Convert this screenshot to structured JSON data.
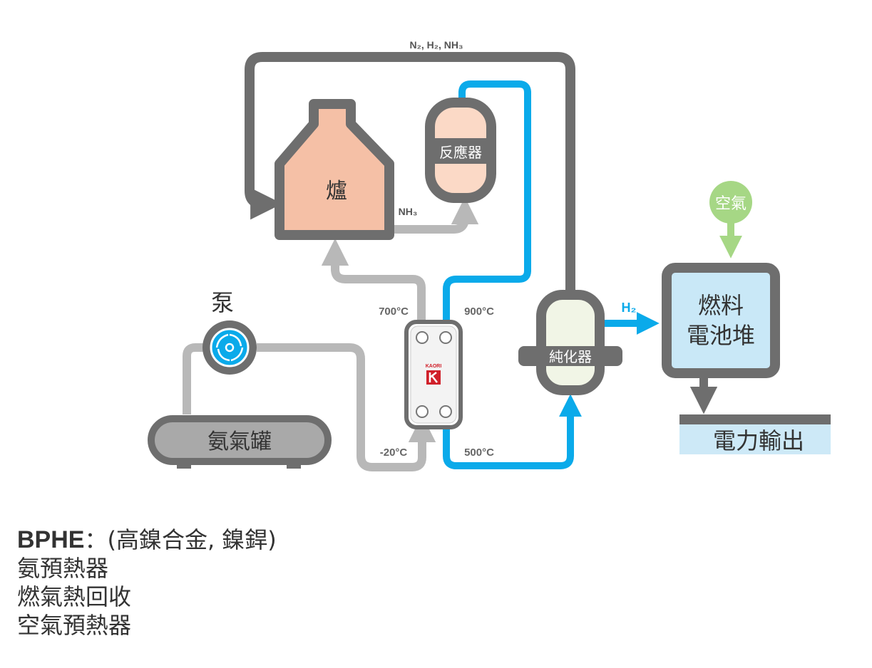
{
  "colors": {
    "gray_pipe": "#6e6e6e",
    "light_gray_pipe": "#b8b8b8",
    "blue_pipe": "#0aaaea",
    "green_arrow": "#a6d785",
    "furnace_fill": "#f5c0a6",
    "reactor_fill": "#fbd9c6",
    "purifier_fill": "#f1f5e6",
    "fuelcell_fill": "#c9e8f7",
    "output_bar": "#cde9f7",
    "tank_fill": "#a9a9a9",
    "logo_red": "#d0202a"
  },
  "labels": {
    "top_gas": "N₂, H₂, NH₃",
    "nh3": "NH₃",
    "furnace": "爐",
    "reactor": "反應器",
    "pump": "泵",
    "tank": "氨氣罐",
    "purifier": "純化器",
    "h2": "H₂",
    "air": "空氣",
    "fuel_cell_line1": "燃料",
    "fuel_cell_line2": "電池堆",
    "power_output": "電力輸出",
    "temp_700": "700°C",
    "temp_900": "900°C",
    "temp_minus20": "-20°C",
    "temp_500": "500°C",
    "logo_text": "KAORI"
  },
  "legend": {
    "title_bold": "BPHE",
    "title_rest": "：(高鎳合金, 鎳銲)",
    "items": [
      "氨預熱器",
      "燃氣熱回收",
      "空氣預熱器"
    ]
  },
  "icons": {
    "pump": "pump-swirl-icon",
    "logo": "kaori-logo-icon"
  }
}
